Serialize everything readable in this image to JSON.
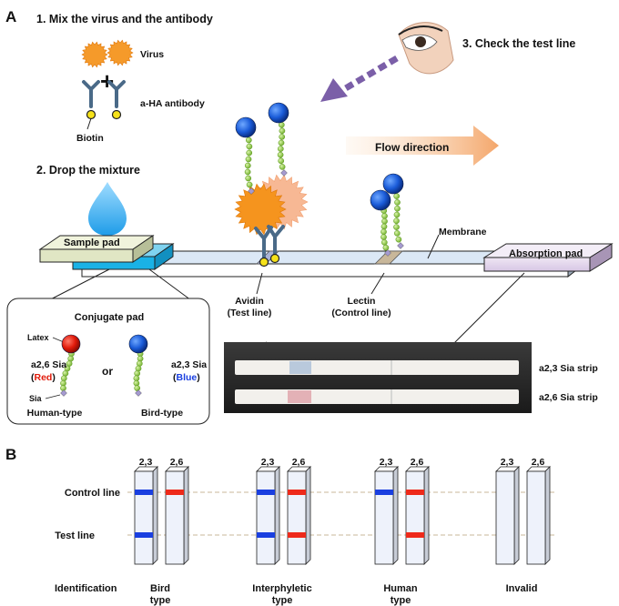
{
  "panel_a": {
    "label": "A",
    "step1": "1. Mix the virus and the antibody",
    "virus_label": "Virus",
    "antibody_label": "a-HA antibody",
    "biotin_label": "Biotin",
    "plus": "+",
    "step2": "2. Drop the mixture",
    "step3": "3. Check the test line",
    "flow_label": "Flow direction",
    "membrane_label": "Membrane",
    "sample_pad_label": "Sample pad",
    "absorption_pad_label": "Absorption pad",
    "avidin_line1": "Avidin",
    "avidin_line2": "(Test line)",
    "lectin_line1": "Lectin",
    "lectin_line2": "(Control line)",
    "conjugate": {
      "title": "Conjugate pad",
      "latex": "Latex",
      "red_prefix": "a2,6 Sia",
      "red_word": "Red",
      "blue_prefix": "a2,3 Sia",
      "blue_word": "Blue",
      "or_word": "or",
      "sia_label": "Sia",
      "human_type": "Human-type",
      "bird_type": "Bird-type"
    },
    "photo": {
      "strip23_label": "a2,3 Sia strip",
      "strip26_label": "a2,6 Sia strip"
    }
  },
  "panel_b": {
    "label": "B",
    "control_line": "Control line",
    "test_line": "Test line",
    "identification": "Identification",
    "strip_labels": [
      "2,3",
      "2,6"
    ],
    "colors": {
      "blue": "#1a3fe0",
      "red": "#ee2a1a"
    },
    "groups": [
      {
        "id": "bird",
        "name_lines": [
          "Bird",
          "type"
        ],
        "strip23": {
          "control": "blue",
          "test": "blue"
        },
        "strip26": {
          "control": "red",
          "test": ""
        }
      },
      {
        "id": "interphyletic",
        "name_lines": [
          "Interphyletic",
          "type"
        ],
        "strip23": {
          "control": "blue",
          "test": "blue"
        },
        "strip26": {
          "control": "red",
          "test": "red"
        }
      },
      {
        "id": "human",
        "name_lines": [
          "Human",
          "type"
        ],
        "strip23": {
          "control": "blue",
          "test": ""
        },
        "strip26": {
          "control": "red",
          "test": "red"
        }
      },
      {
        "id": "invalid",
        "name_lines": [
          "Invalid",
          ""
        ],
        "strip23": {
          "control": "",
          "test": ""
        },
        "strip26": {
          "control": "",
          "test": ""
        }
      }
    ]
  }
}
